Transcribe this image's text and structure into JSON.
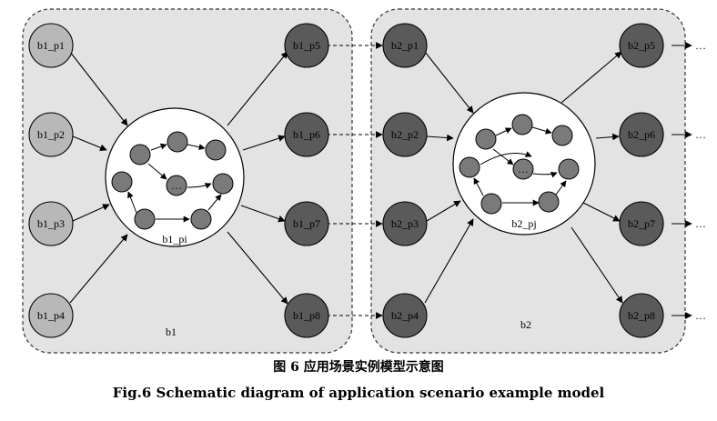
{
  "blocks": [
    {
      "label": "b1",
      "inputs": [
        "b1_p1",
        "b1_p2",
        "b1_p3",
        "b1_p4"
      ],
      "outputs": [
        "b1_p5",
        "b1_p6",
        "b1_p7",
        "b1_p8"
      ],
      "inner_label": "b1_pi",
      "inner_ellipsis": "…",
      "out_ellipsis": ""
    },
    {
      "label": "b2",
      "inputs": [
        "b2_p1",
        "b2_p2",
        "b2_p3",
        "b2_p4"
      ],
      "outputs": [
        "b2_p5",
        "b2_p6",
        "b2_p7",
        "b2_p8"
      ],
      "inner_label": "b2_pj",
      "inner_ellipsis": "…",
      "out_ellipsis": "…"
    }
  ],
  "caption_zh": "图 6    应用场景实例模型示意图",
  "caption_en": "Fig.6    Schematic diagram of application scenario example model",
  "colors": {
    "input_node": "#b8b8b8",
    "output_node": "#5a5a5a",
    "inner_node": "#7a7a7a",
    "block_bg": "#e3e3e3"
  }
}
